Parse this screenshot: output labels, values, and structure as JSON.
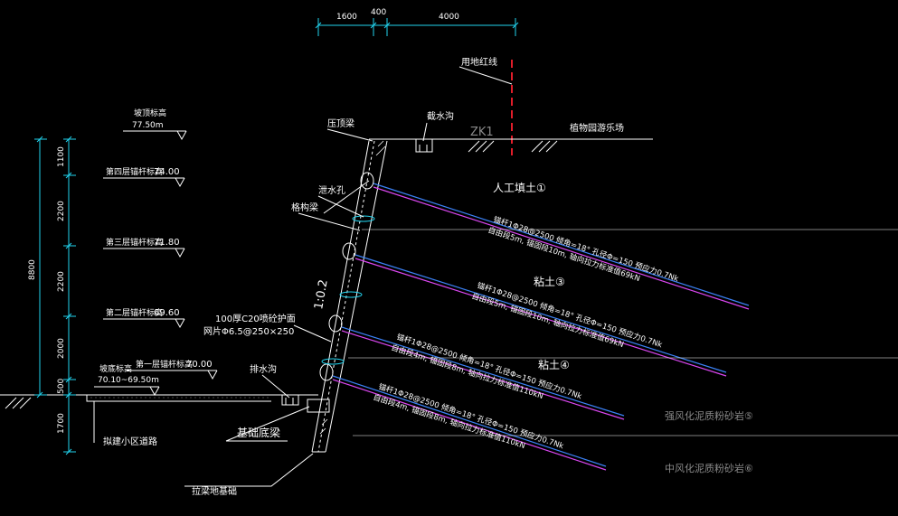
{
  "colors": {
    "background": "#000000",
    "line": "#ffffff",
    "dimension": "#22d3ee",
    "redline": "#e11d2a",
    "anchor_blue": "#3b82f6",
    "anchor_magenta": "#d946ef",
    "gray_text": "#8a8a8a"
  },
  "dimensions_top": [
    "1600",
    "400",
    "4000"
  ],
  "dimensions_left": [
    "1100",
    "2200",
    "2200",
    "2000",
    "500",
    "1700"
  ],
  "dimension_total": "8800",
  "labels": {
    "redline": "用地红线",
    "ZK1": "ZK1",
    "zoo_square": "植物园游乐场",
    "crown_beam": "压顶梁",
    "drain_ditch_top": "截水沟",
    "weep_hole": "泄水孔",
    "lattice_beam": "格构梁",
    "slope_ratio": "1:0.2",
    "shotcrete_line1": "100厚C20喷砼护面",
    "shotcrete_line2": "网片Φ6.5@250×250",
    "drain_ditch_bottom": "排水沟",
    "foundation_beam": "基础底梁",
    "ground_road": "拟建小区道路",
    "pile_foundation": "拉梁地基础"
  },
  "elevations": [
    {
      "label": "坡顶标高",
      "value": "77.50m"
    },
    {
      "label": "第四层锚杆标高",
      "value": "74.00"
    },
    {
      "label": "第三层锚杆标高",
      "value": "71.80"
    },
    {
      "label": "第二层锚杆标高",
      "value": "69.60"
    },
    {
      "label": "第一层锚杆标高",
      "value": "70.00"
    },
    {
      "label": "坡底标高",
      "value": "70.10~69.50m"
    }
  ],
  "soils": [
    "人工填土①",
    "粘土③",
    "粘土④",
    "强风化泥质粉砂岩⑤",
    "中风化泥质粉砂岩⑥"
  ],
  "anchors": [
    {
      "line1": "锚杆1Φ28@2500 倾角=18° 孔径Φ=150 预应力0.7Nk",
      "line2": "自由段5m, 锚固段10m, 轴向拉力标准值69kN"
    },
    {
      "line1": "锚杆1Φ28@2500 倾角=18° 孔径Φ=150 预应力0.7Nk",
      "line2": "自由段5m, 锚固段10m, 轴向拉力标准值69kN"
    },
    {
      "line1": "锚杆1Φ28@2500 倾角=18° 孔径Φ=150 预应力0.7Nk",
      "line2": "自由段4m, 锚固段8m, 轴向拉力标准值110kN"
    },
    {
      "line1": "锚杆1Φ28@2500 倾角=18° 孔径Φ=150 预应力0.7Nk",
      "line2": "自由段4m, 锚固段8m, 轴向拉力标准值110kN"
    }
  ]
}
